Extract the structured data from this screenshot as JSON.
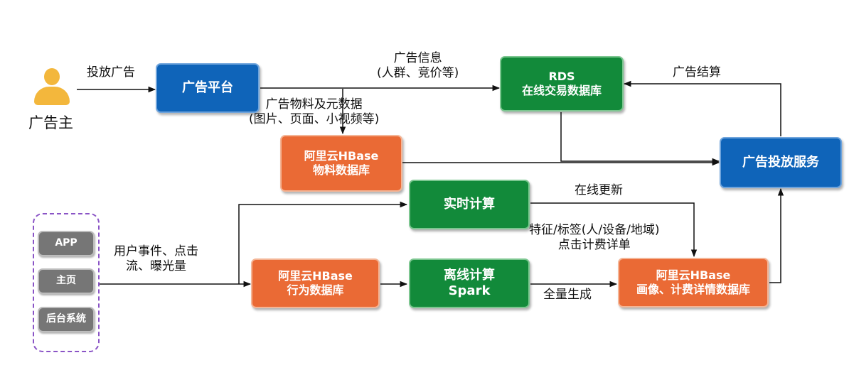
{
  "advertiser": {
    "label": "广告主"
  },
  "nodes": {
    "ad_platform": "广告平台",
    "rds": [
      "RDS",
      "在线交易数据库"
    ],
    "hbase_material": [
      "阿里云HBase",
      "物料数据库"
    ],
    "ad_service": "广告投放服务",
    "realtime": "实时计算",
    "hbase_behavior": [
      "阿里云HBase",
      "行为数据库"
    ],
    "offline": [
      "离线计算",
      "Spark"
    ],
    "hbase_profile": [
      "阿里云HBase",
      "画像、计费详情数据库"
    ]
  },
  "clients": [
    "APP",
    "主页",
    "后台系统"
  ],
  "edge_labels": {
    "place_ad": "投放广告",
    "ad_info": [
      "广告信息",
      "(人群、竞价等)"
    ],
    "ad_material": [
      "广告物料及元数据",
      "(图片、页面、小视频等)"
    ],
    "settlement": "广告结算",
    "online_update": "在线更新",
    "features": [
      "特征/标签(人/设备/地域)",
      "点击计费详单"
    ],
    "user_events": [
      "用户事件、点击",
      "流、曝光量"
    ],
    "full_generate": "全量生成"
  }
}
